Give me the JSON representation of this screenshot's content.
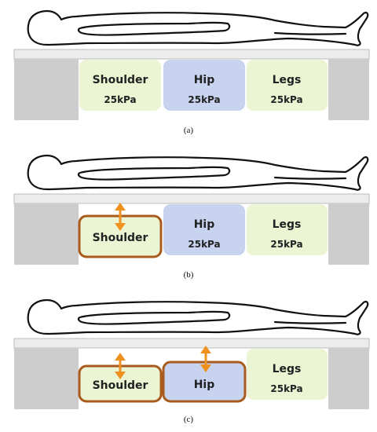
{
  "colors": {
    "mattress_top": "#ececec",
    "mattress_border": "#bdbdbd",
    "mattress_side": "#cdcdcd",
    "shoulder_zone": "#ebf4d3",
    "hip_zone": "#c8d3ef",
    "legs_zone": "#ebf4d3",
    "active_border": "#a85b1d",
    "arrow": "#f0911f",
    "outline": "#111111"
  },
  "panels": [
    {
      "caption": "(a)",
      "zones": [
        {
          "key": "shoulder",
          "name": "Shoulder",
          "pressure": "25kPa",
          "active": false
        },
        {
          "key": "hip",
          "name": "Hip",
          "pressure": "25kPa",
          "active": false
        },
        {
          "key": "legs",
          "name": "Legs",
          "pressure": "25kPa",
          "active": false
        }
      ]
    },
    {
      "caption": "(b)",
      "zones": [
        {
          "key": "shoulder",
          "name": "Shoulder",
          "pressure": "",
          "active": true
        },
        {
          "key": "hip",
          "name": "Hip",
          "pressure": "25kPa",
          "active": false
        },
        {
          "key": "legs",
          "name": "Legs",
          "pressure": "25kPa",
          "active": false
        }
      ]
    },
    {
      "caption": "(c)",
      "zones": [
        {
          "key": "shoulder",
          "name": "Shoulder",
          "pressure": "",
          "active": true
        },
        {
          "key": "hip",
          "name": "Hip",
          "pressure": "",
          "active": true
        },
        {
          "key": "legs",
          "name": "Legs",
          "pressure": "25kPa",
          "active": false
        }
      ]
    }
  ]
}
